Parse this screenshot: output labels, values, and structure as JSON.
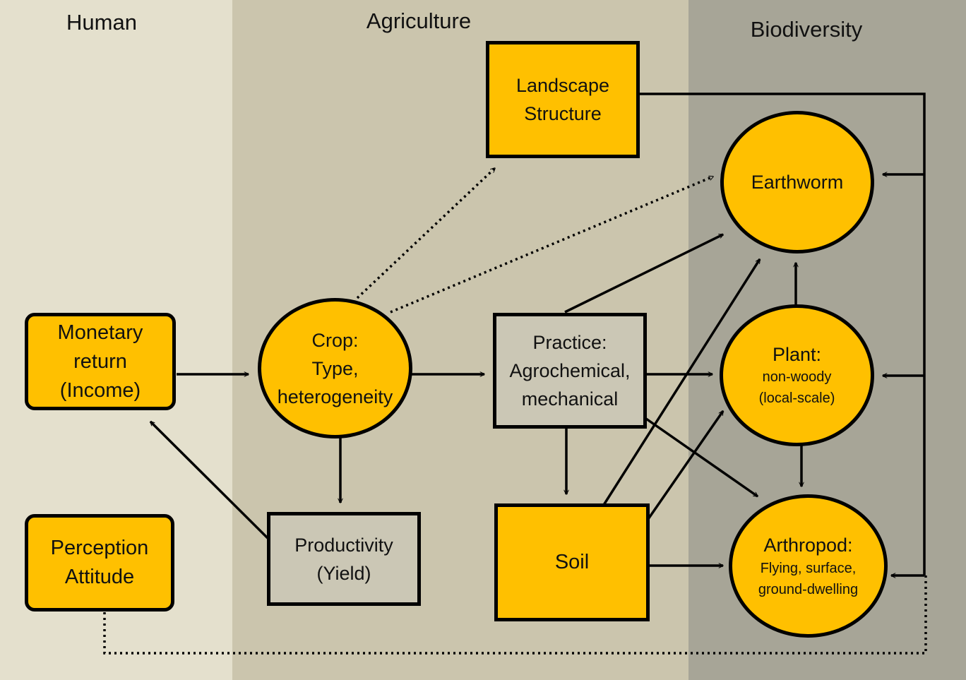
{
  "columns": {
    "human": "Human",
    "agriculture": "Agriculture",
    "biodiversity": "Biodiversity"
  },
  "nodes": {
    "monetary": {
      "line1": "Monetary",
      "line2": "return",
      "line3": "(Income)"
    },
    "perception": {
      "line1": "Perception",
      "line2": "Attitude"
    },
    "crop": {
      "line1": "Crop:",
      "line2": "Type,",
      "line3": "heterogeneity"
    },
    "landscape": {
      "line1": "Landscape",
      "line2": "Structure"
    },
    "practice": {
      "line1": "Practice:",
      "line2": "Agrochemical,",
      "line3": "mechanical"
    },
    "productivity": {
      "line1": "Productivity",
      "line2": "(Yield)"
    },
    "soil": {
      "line1": "Soil"
    },
    "earthworm": {
      "line1": "Earthworm"
    },
    "plant": {
      "line1": "Plant:",
      "line2": "non-woody",
      "line3": "(local-scale)"
    },
    "arthropod": {
      "line1": "Arthropod:",
      "line2": "Flying, surface,",
      "line3": "ground-dwelling"
    }
  },
  "colors": {
    "human_band": "#e4e0cd",
    "agriculture_band": "#cbc5ad",
    "biodiversity_band": "#a7a597",
    "node_fill": "#ffc000",
    "neutral_fill": "#cbc7b5"
  }
}
